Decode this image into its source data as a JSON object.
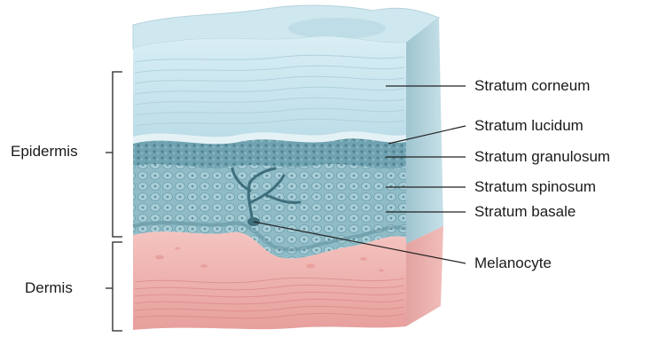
{
  "diagram": {
    "regions": [
      {
        "id": "epidermis",
        "label": "Epidermis"
      },
      {
        "id": "dermis",
        "label": "Dermis"
      }
    ],
    "layers": [
      {
        "id": "corneum",
        "label": "Stratum corneum"
      },
      {
        "id": "lucidum",
        "label": "Stratum lucidum"
      },
      {
        "id": "granulosum",
        "label": "Stratum granulosum"
      },
      {
        "id": "spinosum",
        "label": "Stratum spinosum"
      },
      {
        "id": "basale",
        "label": "Stratum basale"
      },
      {
        "id": "melanocyte",
        "label": "Melanocyte"
      }
    ],
    "colors": {
      "corneum": "#cfe7ef",
      "granulosum": "#7fb0bc",
      "spinosum": "#a9cbd3",
      "dermis": "#eeb3b0",
      "line": "#222222"
    }
  }
}
